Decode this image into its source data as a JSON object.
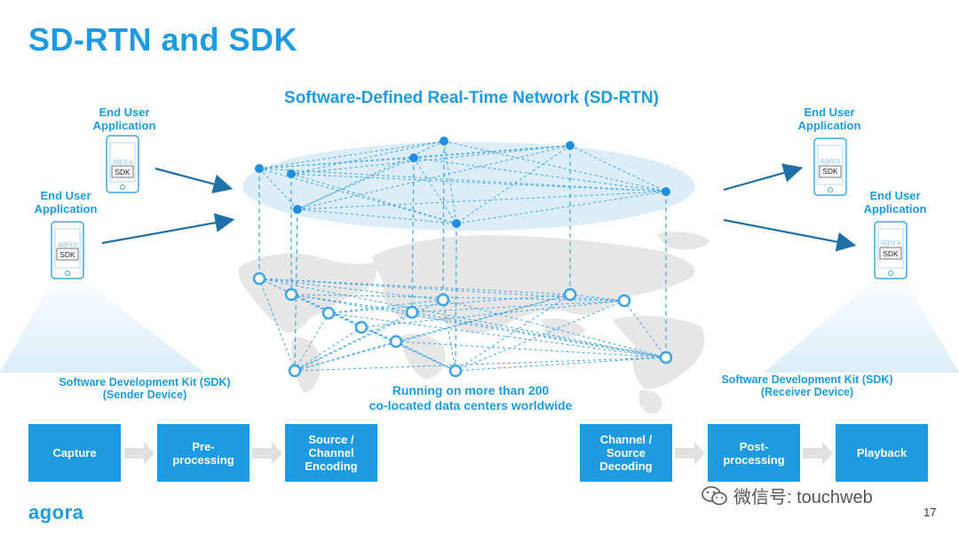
{
  "slide": {
    "title": "SD-RTN and SDK",
    "page_number": "17",
    "logo": "agora"
  },
  "network": {
    "title": "Software-Defined Real-Time Network (SD-RTN)",
    "caption_line1": "Running on more than 200",
    "caption_line2": "co-located data centers worldwide"
  },
  "sender": {
    "apps": [
      {
        "label_line1": "End User",
        "label_line2": "Application",
        "brand": "agora",
        "sdk": "SDK"
      },
      {
        "label_line1": "End User",
        "label_line2": "Application",
        "brand": "agora",
        "sdk": "SDK"
      }
    ],
    "sdk_label_line1": "Software Development Kit (SDK)",
    "sdk_label_line2": "(Sender Device)",
    "pipeline": [
      {
        "line1": "Capture",
        "line2": "",
        "line3": ""
      },
      {
        "line1": "Pre-",
        "line2": "processing",
        "line3": ""
      },
      {
        "line1": "Source /",
        "line2": "Channel",
        "line3": "Encoding"
      }
    ]
  },
  "receiver": {
    "apps": [
      {
        "label_line1": "End User",
        "label_line2": "Application",
        "brand": "agora",
        "sdk": "SDK"
      },
      {
        "label_line1": "End User",
        "label_line2": "Application",
        "brand": "agora",
        "sdk": "SDK"
      }
    ],
    "sdk_label_line1": "Software Development Kit (SDK)",
    "sdk_label_line2": "(Receiver Device)",
    "pipeline": [
      {
        "line1": "Channel /",
        "line2": "Source",
        "line3": "Decoding"
      },
      {
        "line1": "Post-",
        "line2": "processing",
        "line3": ""
      },
      {
        "line1": "Playback",
        "line2": "",
        "line3": ""
      }
    ]
  },
  "watermark": {
    "text": "微信号: touchweb",
    "icon": "wechat-icon"
  },
  "colors": {
    "brand_blue": "#1e9be0",
    "ellipse": "#dcedf8",
    "map_gray": "#e6e6e6",
    "arrow_gray": "#e0e0e0",
    "arrow_blue": "#1f6fa8"
  }
}
